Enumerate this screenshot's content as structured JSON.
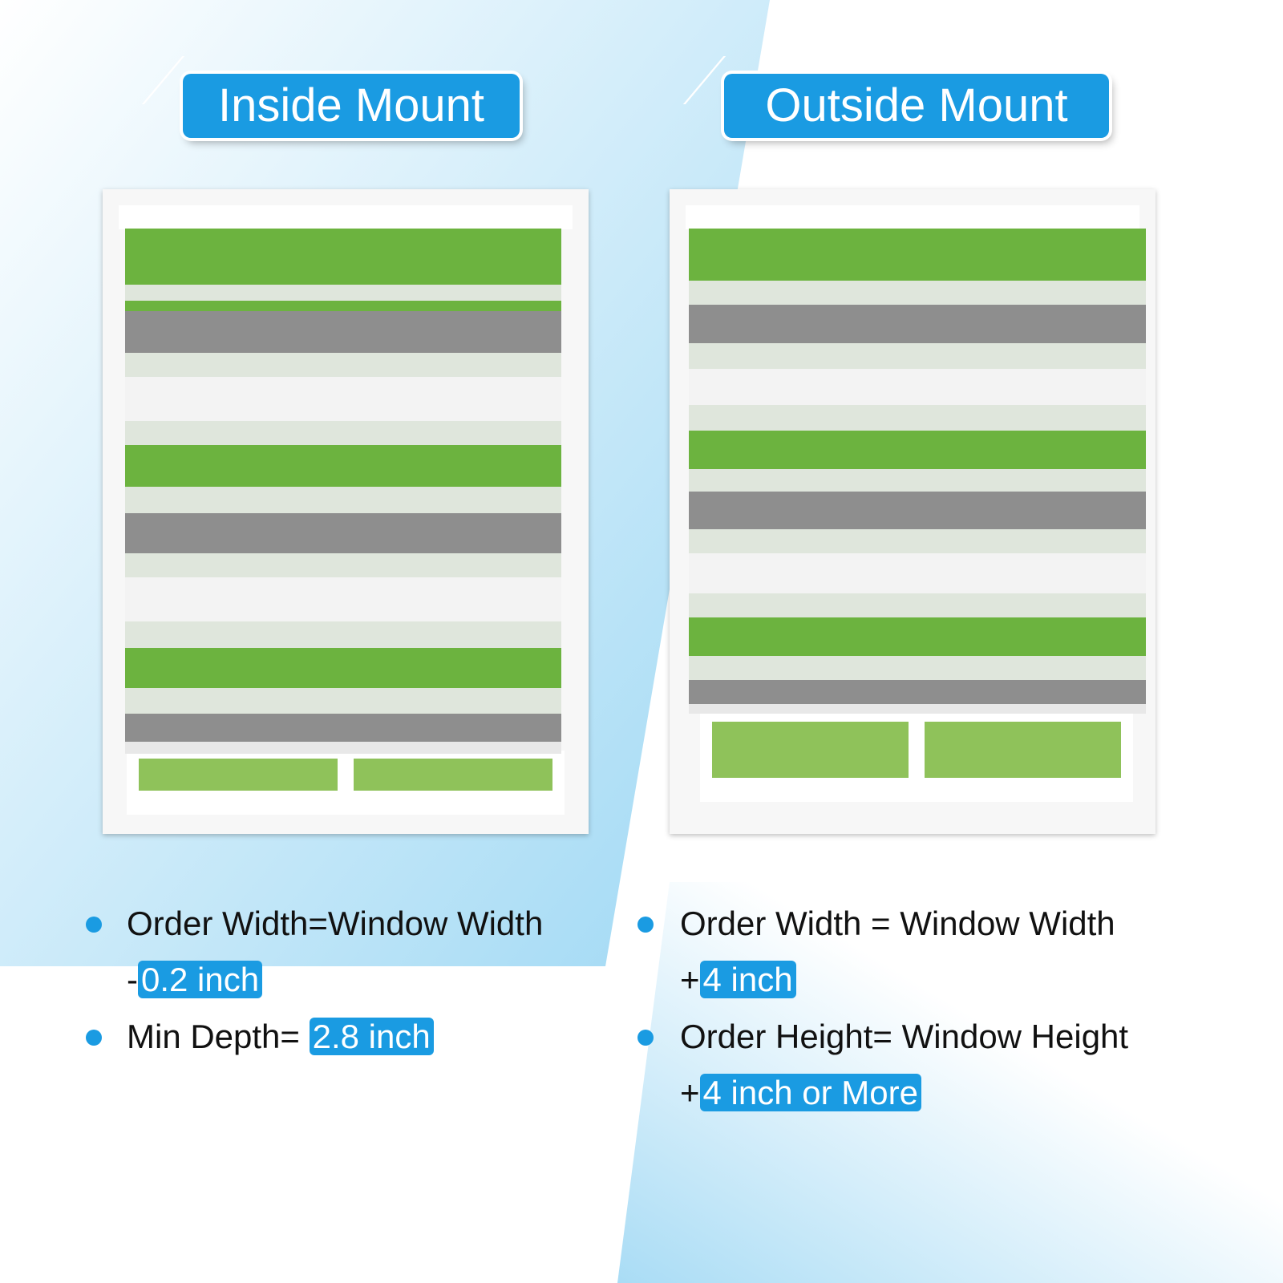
{
  "colors": {
    "accent": "#1a9be2",
    "green": "#6cb33f",
    "gray": "#8e8e8e"
  },
  "left": {
    "title": "Inside Mount",
    "bullets": [
      {
        "text": "Order Width=Window Width",
        "prefix": "-",
        "highlight": "0.2 inch"
      },
      {
        "text": "Min Depth= ",
        "highlight": "2.8 inch"
      }
    ]
  },
  "right": {
    "title": "Outside Mount",
    "bullets": [
      {
        "text": "Order Width = Window Width",
        "prefix": "+",
        "highlight": "4 inch"
      },
      {
        "text": "Order Height= Window Height",
        "prefix": "+",
        "highlight": "4 inch or More"
      }
    ]
  }
}
